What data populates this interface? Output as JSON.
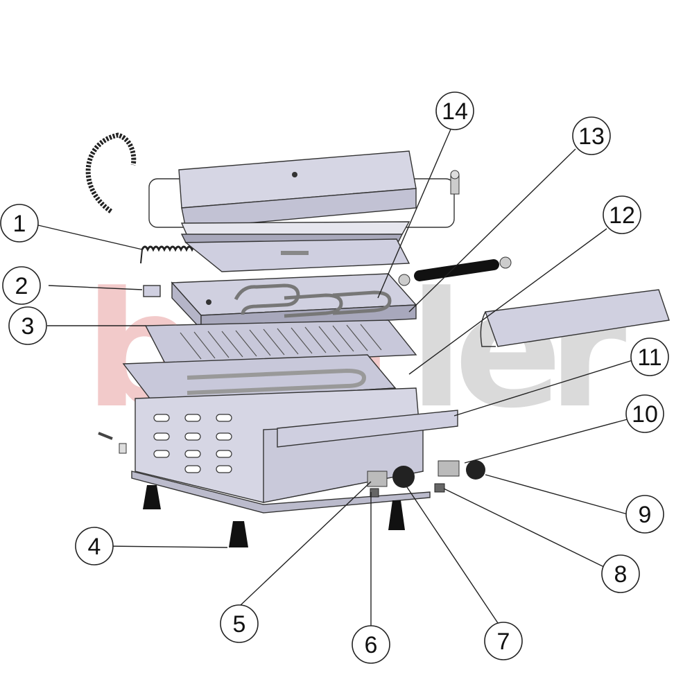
{
  "watermark": {
    "letters": [
      "b",
      "e",
      "n",
      "l",
      "e",
      "r"
    ],
    "colors": [
      "#e8a0a0",
      "#e8a0a0",
      "#e8a0a0",
      "#bdbdbd",
      "#bdbdbd",
      "#bdbdbd"
    ]
  },
  "callouts": [
    {
      "label": "1"
    },
    {
      "label": "2"
    },
    {
      "label": "3"
    },
    {
      "label": "4"
    },
    {
      "label": "5"
    },
    {
      "label": "6"
    },
    {
      "label": "7"
    },
    {
      "label": "8"
    },
    {
      "label": "9"
    },
    {
      "label": "10"
    },
    {
      "label": "11"
    },
    {
      "label": "12"
    },
    {
      "label": "13"
    },
    {
      "label": "14"
    }
  ],
  "colors": {
    "panel": "#d6d6e4",
    "panel_dark": "#b9b9cc",
    "line": "#333333",
    "black": "#111111"
  }
}
